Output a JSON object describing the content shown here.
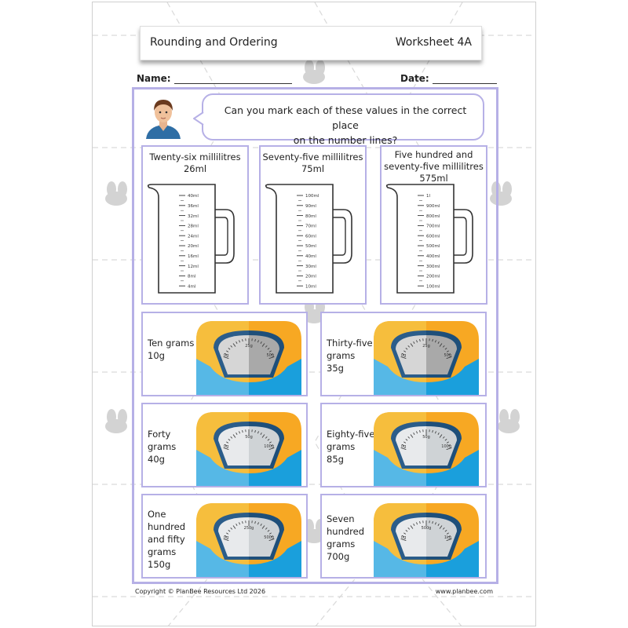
{
  "header": {
    "title": "Rounding and Ordering",
    "sheet": "Worksheet 4A"
  },
  "fields": {
    "name_label": "Name:",
    "date_label": "Date:"
  },
  "bubble": {
    "line1": "Can you mark each of these values in the correct place",
    "line2": "on the number lines?"
  },
  "jugs": [
    {
      "name": "Twenty-six millilitres",
      "value": "26ml",
      "ticks": [
        "40ml",
        "36ml",
        "32ml",
        "28ml",
        "24ml",
        "20ml",
        "16ml",
        "12ml",
        "8ml",
        "4ml"
      ]
    },
    {
      "name": "Seventy-five millilitres",
      "value": "75ml",
      "ticks": [
        "100ml",
        "90ml",
        "80ml",
        "70ml",
        "60ml",
        "50ml",
        "40ml",
        "30ml",
        "20ml",
        "10ml"
      ]
    },
    {
      "name_line1": "Five hundred and",
      "name_line2": "seventy-five millilitres",
      "value": "575ml",
      "ticks": [
        "1l",
        "900ml",
        "800ml",
        "700ml",
        "600ml",
        "500ml",
        "400ml",
        "300ml",
        "200ml",
        "100ml"
      ]
    }
  ],
  "scales": [
    {
      "lines": [
        "Ten grams",
        "10g"
      ],
      "min": "0g",
      "mid": "25g",
      "max": "50g",
      "palette": "gray"
    },
    {
      "lines": [
        "Thirty-five",
        "grams",
        "35g"
      ],
      "min": "0g",
      "mid": "25g",
      "max": "50g",
      "palette": "gray"
    },
    {
      "lines": [
        "Forty",
        "grams",
        "40g"
      ],
      "min": "0g",
      "mid": "50g",
      "max": "100g",
      "palette": "light"
    },
    {
      "lines": [
        "Eighty-five",
        "grams",
        "85g"
      ],
      "min": "0g",
      "mid": "50g",
      "max": "100g",
      "palette": "light"
    },
    {
      "lines": [
        "One",
        "hundred",
        "and fifty",
        "grams",
        "150g"
      ],
      "min": "0g",
      "mid": "250g",
      "max": "500g",
      "palette": "light"
    },
    {
      "lines": [
        "Seven",
        "hundred",
        "grams",
        "700g"
      ],
      "min": "0g",
      "mid": "500g",
      "max": "1kg",
      "palette": "light"
    }
  ],
  "footer": {
    "copyright": "Copyright © PlanBee Resources Ltd 2026",
    "website": "www.planbee.com"
  },
  "colors": {
    "frame": "#b6b0e6",
    "scale_orange": "#f7a823",
    "scale_yellow": "#f6be3d",
    "scale_blue": "#1a9fdc",
    "scale_lightblue": "#56b8e6",
    "shirt": "#2f6ea5",
    "hair": "#6b3a1e"
  }
}
